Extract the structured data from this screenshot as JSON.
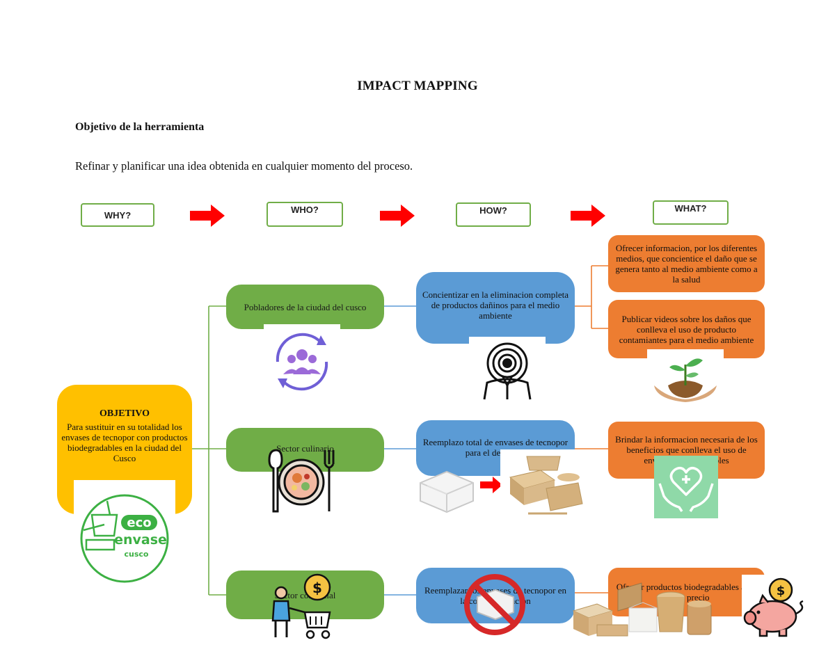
{
  "title": "IMPACT MAPPING",
  "subtitle": "Objetivo de la herramienta",
  "description": "Refinar y planificar una idea obtenida en cualquier momento del proceso.",
  "phases": {
    "why": "WHY?",
    "who": "WHO?",
    "how": "HOW?",
    "what": "WHAT?"
  },
  "objective": {
    "heading": "OBJETIVO",
    "text": "Para sustituir en su totalidad los envases de tecnopor con productos biodegradables en la ciudad del Cusco"
  },
  "logo": {
    "line1": "eco",
    "line2": "envase",
    "line3": "cusco"
  },
  "who": [
    "Pobladores de la ciudad del cusco",
    "Sector culinario",
    "Sector comercial"
  ],
  "how": [
    "Concientizar en la eliminacion completa de productos dañinos para el medio ambiente",
    "Reemplazo total de envases de tecnopor para el despacho",
    "Reemplazar los envases de tecnopor en la comercializacion"
  ],
  "what": [
    "Ofrecer informacion, por los diferentes medios, que concientice el daño que se genera tanto al medio ambiente como a la salud",
    "Publicar videos sobre los daños que conlleva el uso de producto contamiantes para el medio ambiente",
    "Brindar la informacion necesaria de los beneficios que conlleva el uso de envases biodegradables",
    "Ofrecer productos biodegradables a un mejor precio"
  ],
  "colors": {
    "green": "#70ad47",
    "blue": "#5b9bd5",
    "orange": "#ed7d31",
    "yellow": "#ffc000",
    "arrow": "#ff0000"
  },
  "icons": [
    "arrow-right-icon",
    "people-cycle-icon",
    "speaker-person-icon",
    "plant-hands-icon",
    "plate-cutlery-icon",
    "styrofoam-box-icon",
    "biodegradable-containers-icon",
    "heart-hands-icon",
    "shopper-cart-icon",
    "prohibited-icon",
    "piggy-bank-icon"
  ]
}
